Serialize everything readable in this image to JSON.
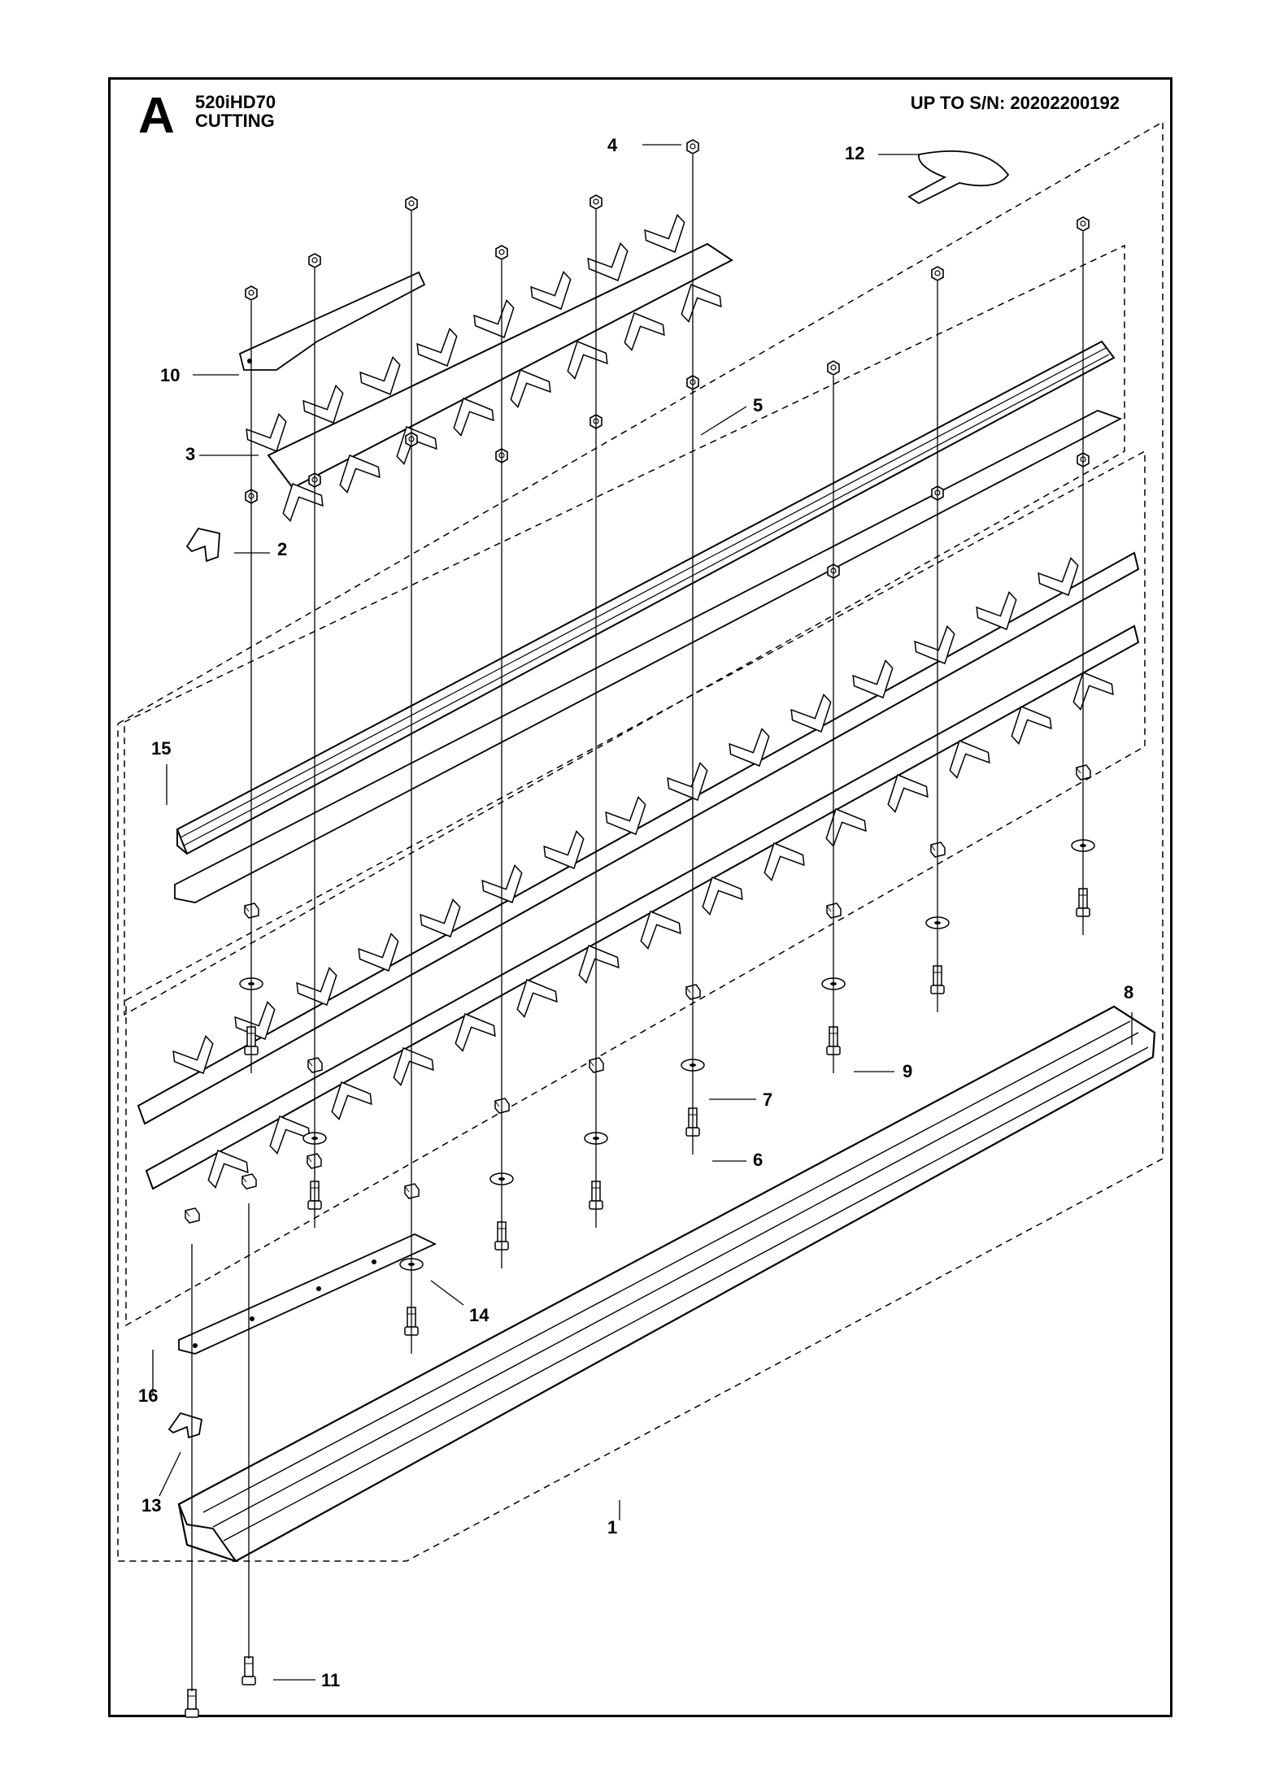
{
  "header": {
    "section_letter": "A",
    "model": "520iHD70",
    "group": "CUTTING",
    "serial": "UP TO S/N: 20202200192"
  },
  "callouts": [
    {
      "id": "c1",
      "label": "1"
    },
    {
      "id": "c2",
      "label": "2"
    },
    {
      "id": "c3",
      "label": "3"
    },
    {
      "id": "c4",
      "label": "4"
    },
    {
      "id": "c5",
      "label": "5"
    },
    {
      "id": "c6",
      "label": "6"
    },
    {
      "id": "c7",
      "label": "7"
    },
    {
      "id": "c8",
      "label": "8"
    },
    {
      "id": "c9",
      "label": "9"
    },
    {
      "id": "c10",
      "label": "10"
    },
    {
      "id": "c11",
      "label": "11"
    },
    {
      "id": "c12",
      "label": "12"
    },
    {
      "id": "c13",
      "label": "13"
    },
    {
      "id": "c14",
      "label": "14"
    },
    {
      "id": "c15",
      "label": "15"
    },
    {
      "id": "c16",
      "label": "16"
    }
  ],
  "colors": {
    "ink": "#000000",
    "part_fill": "#ffffff",
    "shade": "#d8d8d8"
  }
}
